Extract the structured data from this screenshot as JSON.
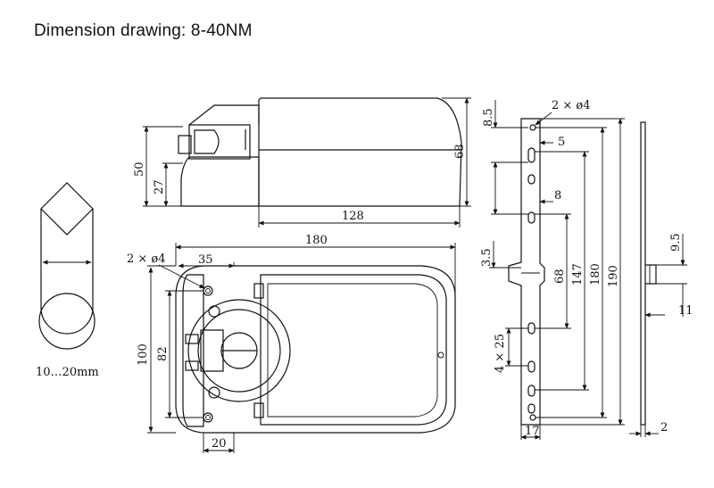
{
  "title": "Dimension drawing: 8-40NM",
  "shaft_view": {
    "shaft_range": "10…20mm"
  },
  "side_view": {
    "height_overall": "50",
    "height_base": "27",
    "height_body": "68",
    "length_body": "128"
  },
  "top_view": {
    "width_overall": "180",
    "holes": "2 × ø4",
    "offset_35": "35",
    "height_100": "100",
    "height_82": "82",
    "bottom_20": "20"
  },
  "bracket_front": {
    "holes": "2 × ø4",
    "d_8_5": "8.5",
    "d_5": "5",
    "d_8": "8",
    "d_3_5": "3.5",
    "d_68": "68",
    "d_147": "147",
    "d_180": "180",
    "d_190": "190",
    "d_4x25": "4 × 25",
    "d_17": "17"
  },
  "bracket_side": {
    "d_9_5": "9.5",
    "d_11": "11",
    "d_2": "2"
  }
}
